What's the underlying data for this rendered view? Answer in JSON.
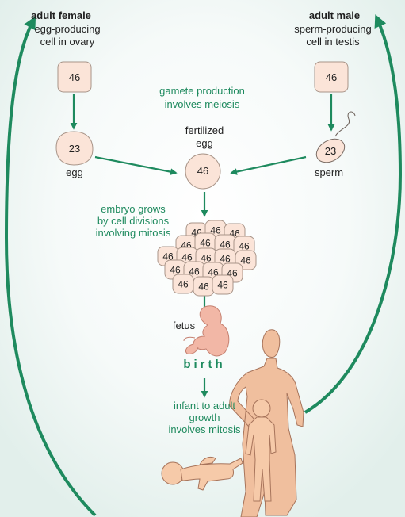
{
  "female": {
    "title": "adult female",
    "desc_line1": "egg-producing",
    "desc_line2": "cell in ovary",
    "cell": "46"
  },
  "male": {
    "title": "adult male",
    "desc_line1": "sperm-producing",
    "desc_line2": "cell in testis",
    "cell": "46"
  },
  "meiosis": {
    "line1": "gamete production",
    "line2": "involves meiosis"
  },
  "egg": {
    "value": "23",
    "label": "egg"
  },
  "sperm": {
    "value": "23",
    "label": "sperm"
  },
  "zygote": {
    "label_line1": "fertilized",
    "label_line2": "egg",
    "value": "46"
  },
  "embryo": {
    "line1": "embryo grows",
    "line2": "by cell divisions",
    "line3": "involving mitosis",
    "cells": [
      "46",
      "46",
      "46",
      "46",
      "46",
      "46",
      "46",
      "46",
      "46",
      "46",
      "46",
      "46",
      "46",
      "46",
      "46",
      "46",
      "46",
      "46",
      "46"
    ]
  },
  "fetus": {
    "label": "fetus"
  },
  "birth": {
    "label": "birth"
  },
  "growth": {
    "line1": "infant to adult",
    "line2": "growth",
    "line3": "involves mitosis"
  },
  "colors": {
    "arrow": "#1e8a5e",
    "cell_fill": "#fbe4d8",
    "cell_stroke": "#a89488",
    "skin": "#f0bf9e",
    "background": "#f1f7f5"
  }
}
